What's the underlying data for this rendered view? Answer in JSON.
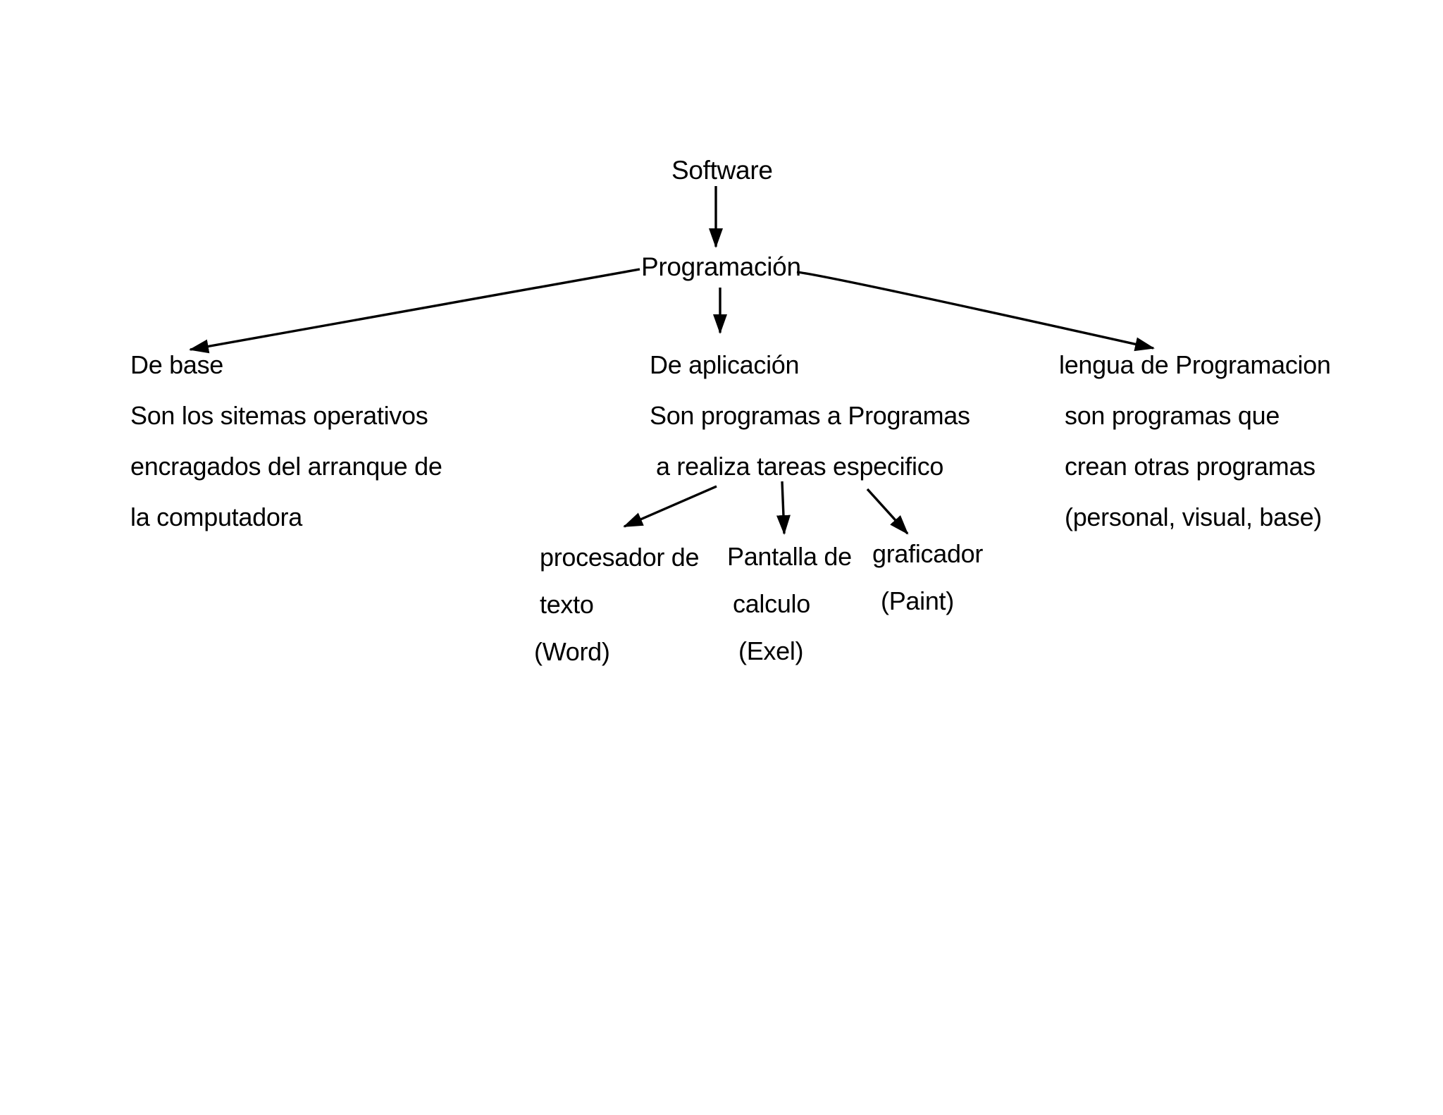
{
  "canvas": {
    "background": "#ffffff",
    "ink": "#000000"
  },
  "nodes": {
    "software": "Software",
    "programacion": "Programación"
  },
  "branches": {
    "base": {
      "title": "De base",
      "line1": "Son los sitemas operativos",
      "line2": "encragados del arranque de",
      "line3": "la computadora"
    },
    "aplicacion": {
      "title": "De aplicación",
      "line1": "Son programas a Programas",
      "line2": "a realiza tareas especifico"
    },
    "lenguaje": {
      "title": "lengua de Programacion",
      "line1": "son programas que",
      "line2": "crean otras programas",
      "line3": "(personal, visual, base)"
    }
  },
  "apps": {
    "word": {
      "line1": "procesador de",
      "line2": "texto",
      "line3": "(Word)"
    },
    "excel": {
      "line1": "Pantalla de",
      "line2": "calculo",
      "line3": "(Exel)"
    },
    "paint": {
      "line1": "graficador",
      "line2": "(Paint)"
    }
  }
}
